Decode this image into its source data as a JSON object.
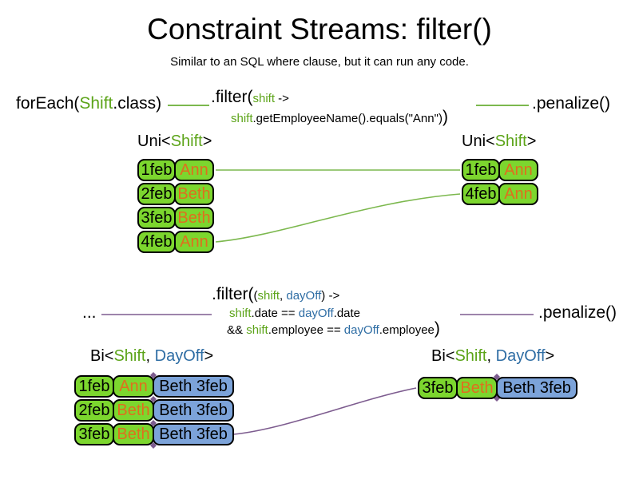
{
  "title": "Constraint Streams: filter()",
  "subtitle": "Similar to an SQL where clause, but it can run any code.",
  "colors": {
    "ink": "#000000",
    "green_text": "#5CA419",
    "blue_text": "#2E6DA4",
    "orange_text": "#DF6F1E",
    "cell_green": "#7CD62E",
    "cell_blue": "#7CA3D9",
    "line_green": "#7CB84E",
    "line_purple": "#7D5C8F"
  },
  "flow1": {
    "source": {
      "pre": "forEach(",
      "type": "Shift",
      "post": ".class)"
    },
    "filter_head": {
      "method": ".filter(",
      "param": "shift",
      "arrow": " ->"
    },
    "filter_body": {
      "param": "shift",
      "code": ".getEmployeeName().equals(\"Ann\")",
      "close": ")"
    },
    "sink": ".penalize()"
  },
  "flow2": {
    "source": "...",
    "filter_head": {
      "method": ".filter(",
      "open": "(",
      "param1": "shift",
      "comma": ", ",
      "param2": "dayOff",
      "close": ")",
      "arrow": " ->"
    },
    "body_line1": {
      "param1": "shift",
      "mid1": ".date == ",
      "param2": "dayOff",
      "mid2": ".date"
    },
    "body_line2": {
      "amp": "&& ",
      "param1": "shift",
      "mid1": ".employee == ",
      "param2": "dayOff",
      "mid2": ".employee",
      "close": ")"
    },
    "sink": ".penalize()"
  },
  "uni_type_label": {
    "pre": "Uni<",
    "type": "Shift",
    "post": ">"
  },
  "bi_type_label": {
    "pre": "Bi<",
    "type1": "Shift",
    "sep": ", ",
    "type2": "DayOff",
    "post": ">"
  },
  "uni_left_rows": [
    {
      "date": "1feb",
      "employee": "Ann"
    },
    {
      "date": "2feb",
      "employee": "Beth"
    },
    {
      "date": "3feb",
      "employee": "Beth"
    },
    {
      "date": "4feb",
      "employee": "Ann"
    }
  ],
  "uni_right_rows": [
    {
      "date": "1feb",
      "employee": "Ann"
    },
    {
      "date": "4feb",
      "employee": "Ann"
    }
  ],
  "bi_left_rows": [
    {
      "date": "1feb",
      "employee": "Ann",
      "dayoff": "Beth 3feb"
    },
    {
      "date": "2feb",
      "employee": "Beth",
      "dayoff": "Beth 3feb"
    },
    {
      "date": "3feb",
      "employee": "Beth",
      "dayoff": "Beth 3feb"
    }
  ],
  "bi_right_rows": [
    {
      "date": "3feb",
      "employee": "Beth",
      "dayoff": "Beth 3feb"
    }
  ]
}
